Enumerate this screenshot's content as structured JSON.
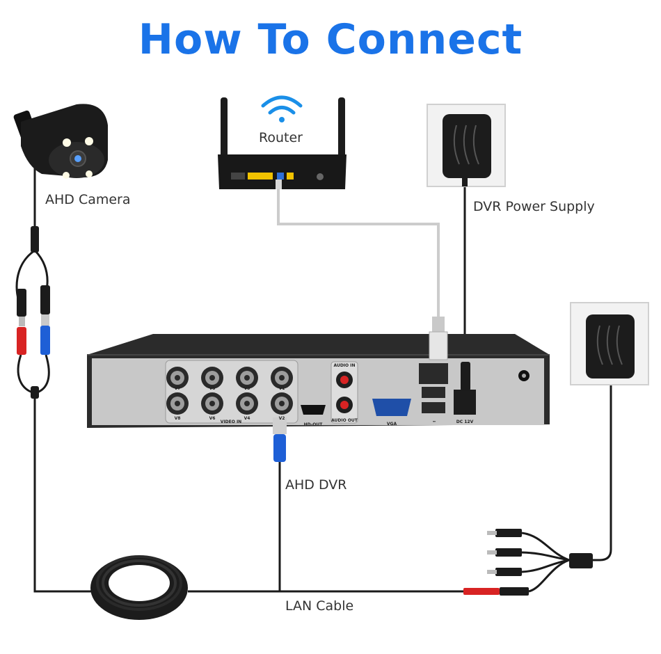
{
  "title": "How To Connect",
  "labels": {
    "camera": "AHD Camera",
    "router": "Router",
    "power_supply": "DVR Power Supply",
    "dvr": "AHD DVR",
    "lan_cable": "LAN Cable"
  },
  "dvr_panel": {
    "video_in": "VIDEO IN",
    "channels_top": [
      "V7",
      "V5",
      "V3",
      "V1"
    ],
    "channels_bottom": [
      "V8",
      "V6",
      "V4",
      "V2"
    ],
    "hd_out": "HD-OUT",
    "audio_in": "AUDIO IN",
    "audio_out": "AUDIO OUT",
    "vga": "VGA",
    "usb": "⭪",
    "dc": "DC 12V"
  },
  "icons": {
    "wifi": "wifi-icon",
    "camera": "bullet-camera-icon",
    "router": "router-icon",
    "adapter": "power-adapter-icon",
    "dvr": "dvr-recorder-icon",
    "coil": "cable-coil-icon",
    "splitter": "power-splitter-icon"
  },
  "colors": {
    "title": "#1a73e8",
    "wifi": "#1a8fe8",
    "cable_black": "#1a1a1a",
    "cable_gray": "#cccccc",
    "bnc_blue": "#1e5fd6",
    "dc_red": "#d82323",
    "dvr_panel": "#c8c8c8",
    "dvr_body": "#2b2b2b"
  }
}
